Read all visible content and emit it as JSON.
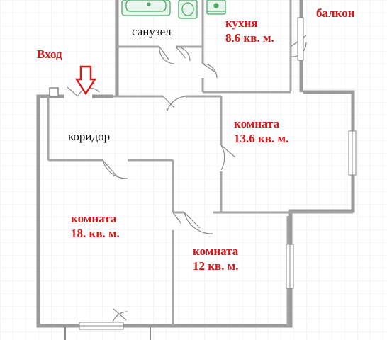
{
  "entrance": {
    "label": "Вход",
    "arrow_icon": "down-arrow-icon",
    "arrow_color": "#d81818"
  },
  "rooms": {
    "bathroom": {
      "name": "санузел"
    },
    "kitchen": {
      "name": "кухня",
      "area": "8.6 кв. м."
    },
    "balcony": {
      "name": "балкон"
    },
    "corridor": {
      "name": "коридор"
    },
    "room_right_top": {
      "name": "комната",
      "area": "13.6 кв. м."
    },
    "room_left": {
      "name": "комната",
      "area": "18. кв. м."
    },
    "room_bottom": {
      "name": "комната",
      "area": "12 кв. м."
    }
  },
  "colors": {
    "label_red": "#d81818",
    "label_black": "#111111",
    "wall": "#9a9a9a",
    "grid": "#ececf2",
    "fixture": "#4caa6a"
  }
}
